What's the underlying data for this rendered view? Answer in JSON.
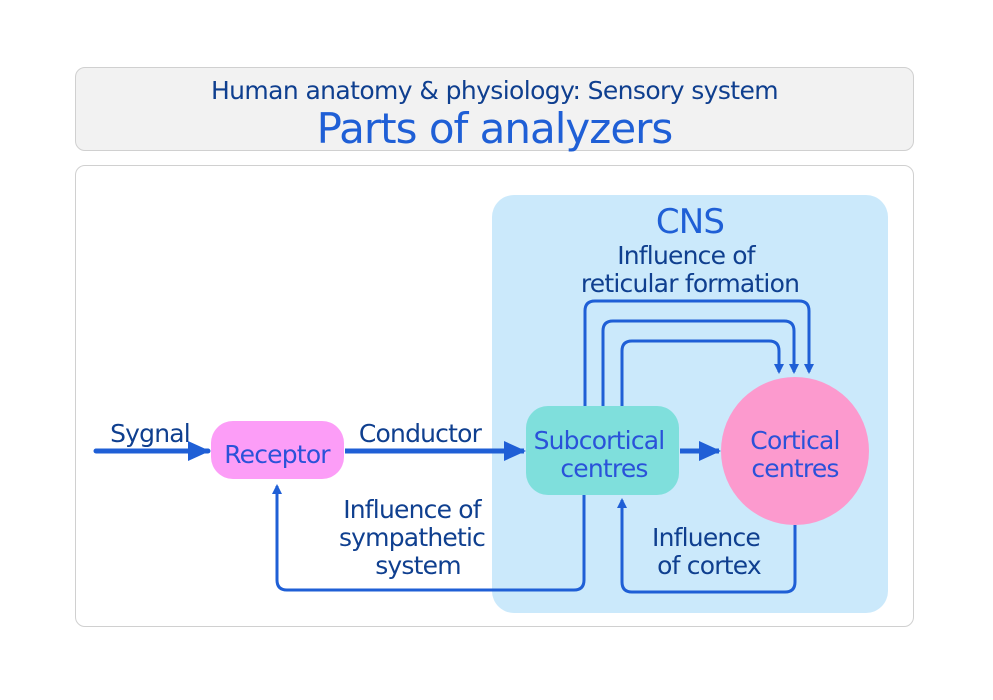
{
  "header": {
    "subtitle": "Human anatomy & physiology: Sensory system",
    "title": "Parts of analyzers"
  },
  "diagram": {
    "cns_label": "CNS",
    "nodes": {
      "receptor": "Receptor",
      "subcortical_line1": "Subcortical",
      "subcortical_line2": "centres",
      "cortical_line1": "Cortical",
      "cortical_line2": "centres"
    },
    "edges": {
      "signal": "Sygnal",
      "conductor": "Conductor",
      "reticular_line1": "Influence of",
      "reticular_line2": "reticular formation",
      "sympathetic_line1": "Influence of",
      "sympathetic_line2": "sympathetic",
      "sympathetic_line3": "system",
      "cortex_line1": "Influence",
      "cortex_line2": "of cortex"
    },
    "colors": {
      "arrow": "#1f5fd6",
      "text_dark": "#0f3f8f",
      "text_node": "#2a52d9",
      "cns_bg": "#cbe9fb",
      "receptor_fill": "#fc9df7",
      "subcortical_fill": "#7fdfdc",
      "cortical_fill": "#fc9ace"
    }
  }
}
